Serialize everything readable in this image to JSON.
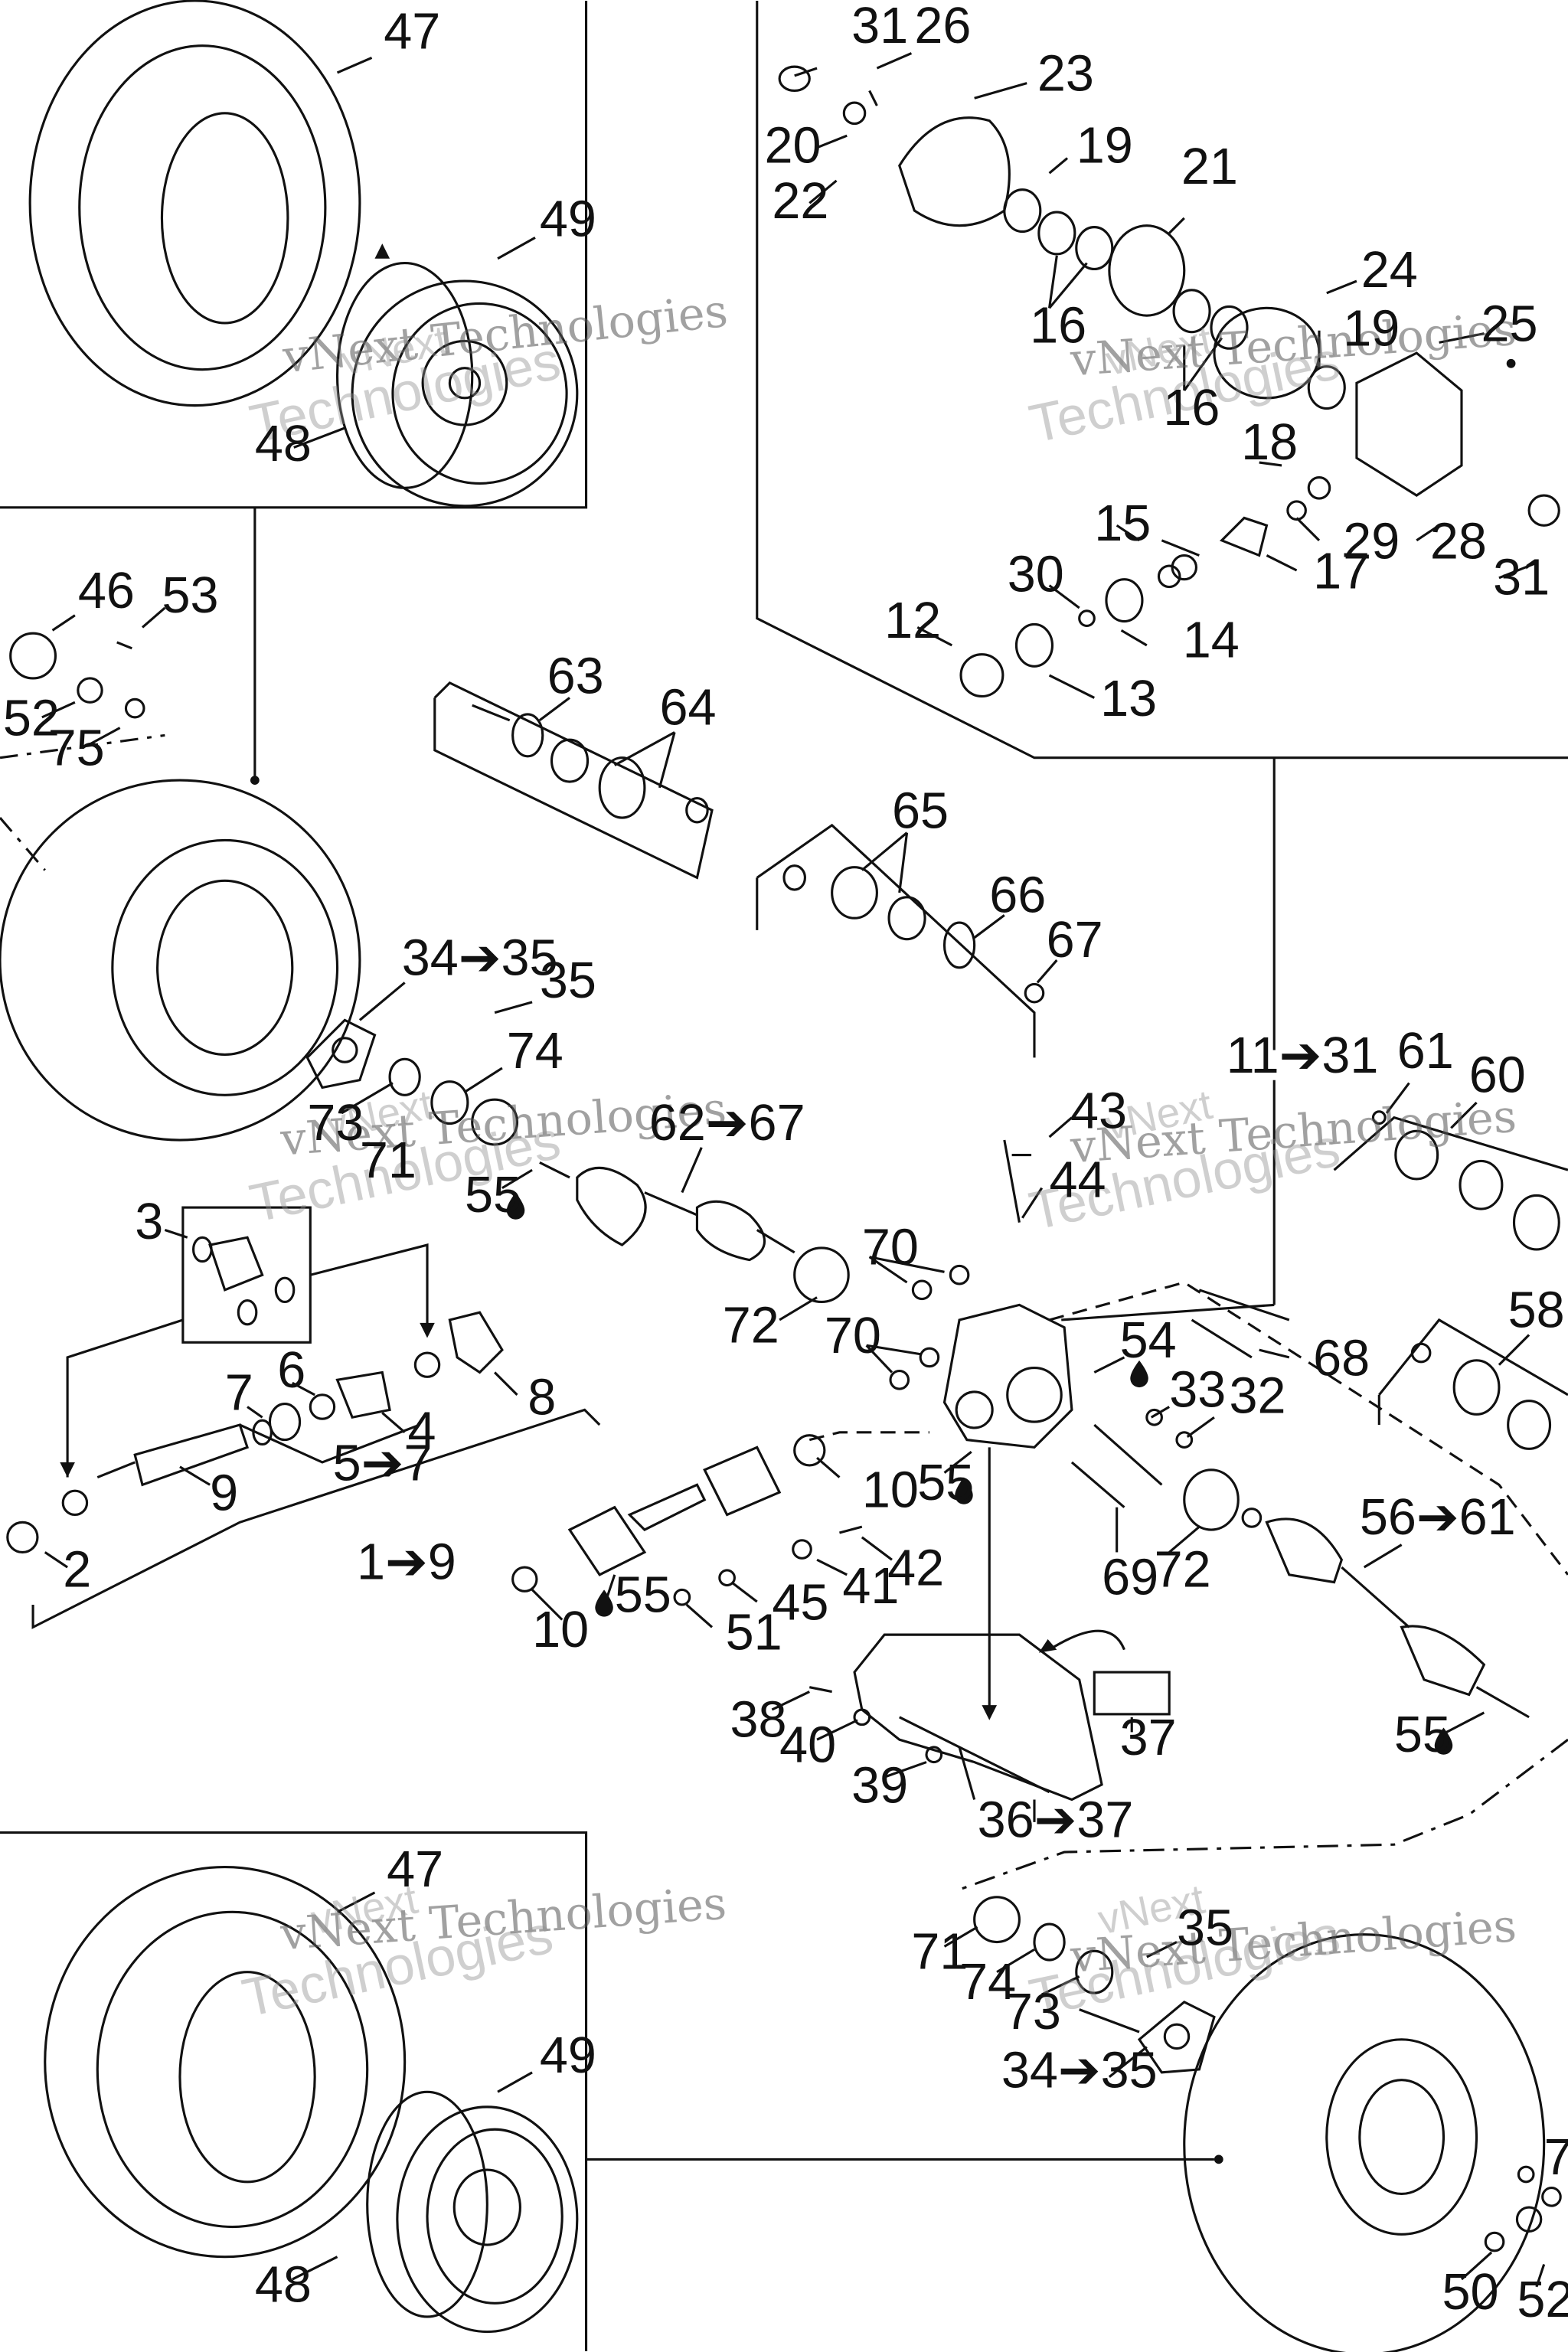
{
  "watermark": {
    "line1": "vNext",
    "line2": "Technologies",
    "full": "vNext Technologies"
  },
  "labels": {
    "l47": "47",
    "l49": "49",
    "l48": "48",
    "l31": "31",
    "l26": "26",
    "l23": "23",
    "l20": "20",
    "l19": "19",
    "l22": "22",
    "l21": "21",
    "l16": "16",
    "l24": "24",
    "l25": "25",
    "l18": "18",
    "l29": "29",
    "l28": "28",
    "l15": "15",
    "l17": "17",
    "l30": "30",
    "l14": "14",
    "l12": "12",
    "l13": "13",
    "l46": "46",
    "l53": "53",
    "l52": "52",
    "l75": "75",
    "l63": "63",
    "l64": "64",
    "l65": "65",
    "l66": "66",
    "l67": "67",
    "l34_35": "34➔35",
    "l35": "35",
    "l74": "74",
    "l73": "73",
    "l71": "71",
    "l62_67": "62➔67",
    "l55": "55",
    "l43": "43",
    "l44": "44",
    "l11_31": "11➔31",
    "l61": "61",
    "l60": "60",
    "l3": "3",
    "l6": "6",
    "l7": "7",
    "l4": "4",
    "l8": "8",
    "l5_7": "5➔7",
    "l9": "9",
    "l2": "2",
    "l1_9": "1➔9",
    "l70": "70",
    "l72": "72",
    "l54": "54",
    "l33": "33",
    "l32": "32",
    "l68": "68",
    "l58": "58",
    "l10": "10",
    "l42": "42",
    "l41": "41",
    "l45": "45",
    "l51": "51",
    "l69": "69",
    "l56_61": "56➔61",
    "l38": "38",
    "l40": "40",
    "l39": "39",
    "l37": "37",
    "l36_37": "36➔37",
    "l50": "50"
  }
}
